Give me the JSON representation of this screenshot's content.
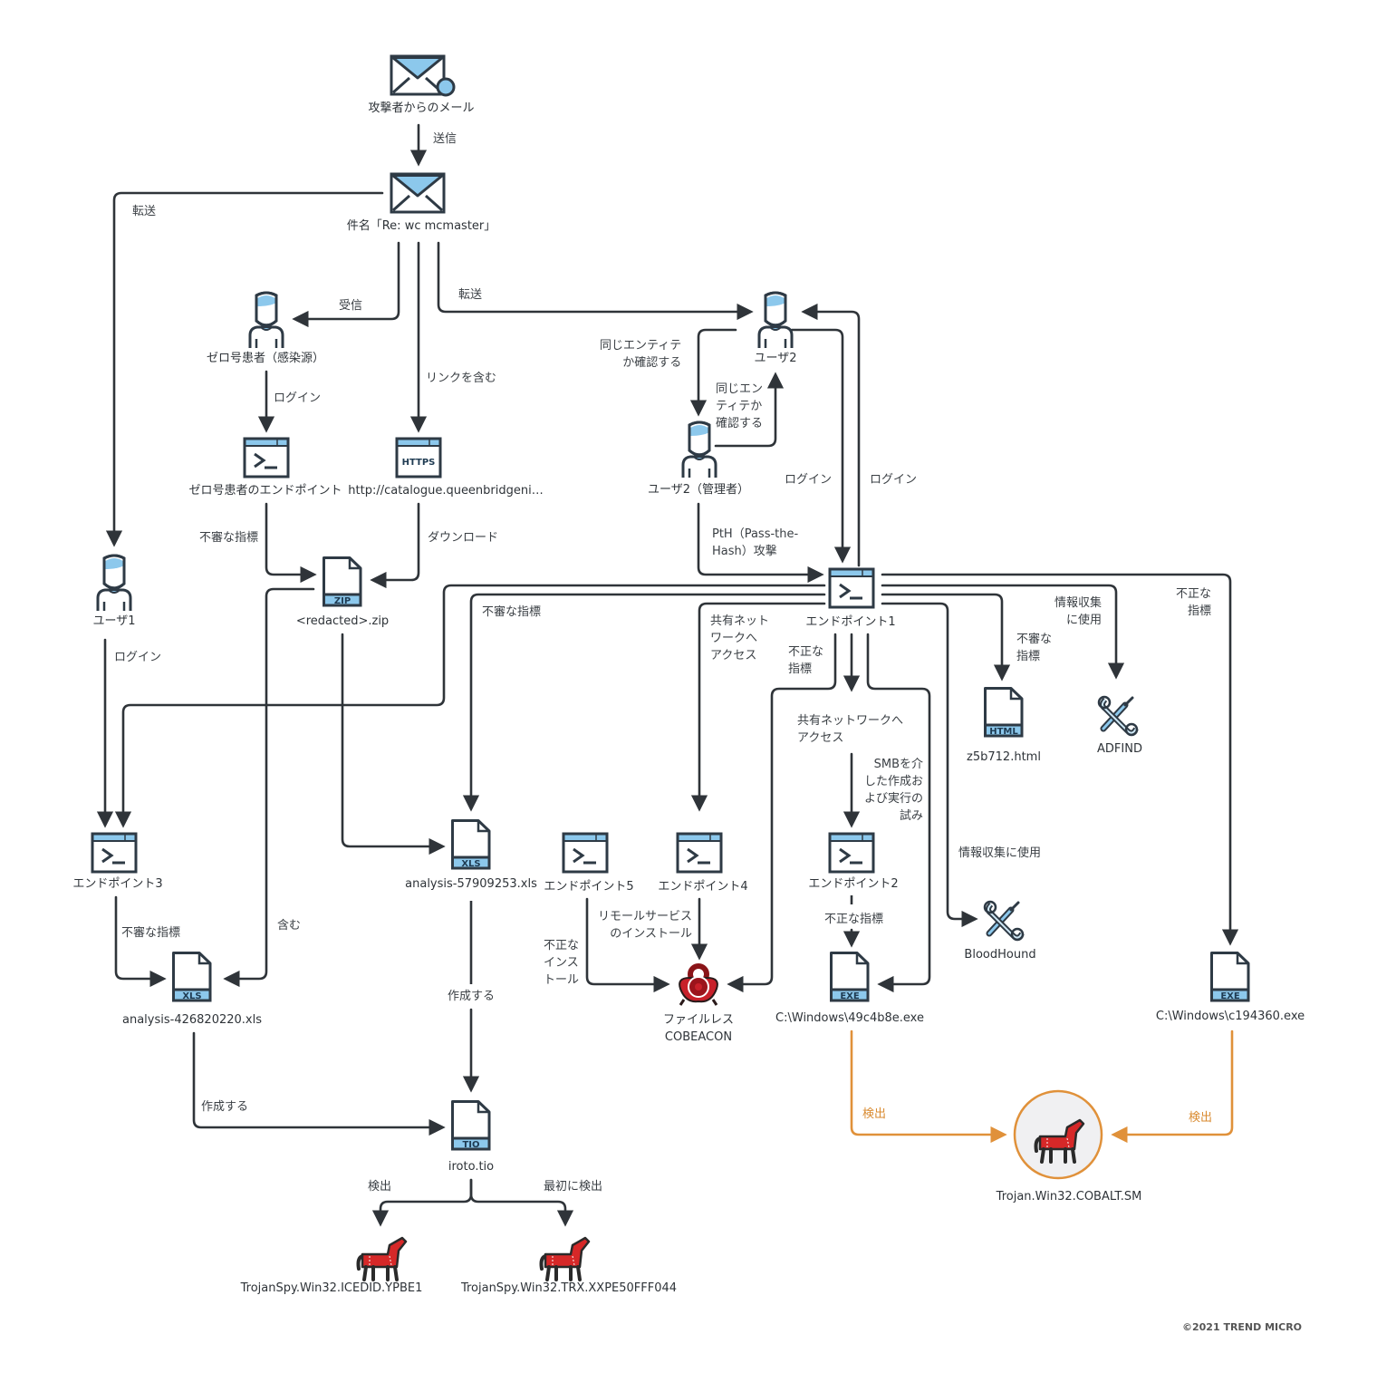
{
  "colors": {
    "line": "#2f3439",
    "accent_blue": "#8cc8ec",
    "icon_stroke": "#2e3a45",
    "malware_red": "#d62828",
    "detect_orange": "#e0913a",
    "circle_bg": "#f0f0f2"
  },
  "nodes": {
    "attacker_mail": {
      "label": "攻撃者からのメール",
      "icon": "mail-attach-icon"
    },
    "subject_mail": {
      "label": "件名「Re: wc mcmaster」",
      "icon": "mail-icon"
    },
    "patient_zero": {
      "label": "ゼロ号患者（感染源）",
      "icon": "user-icon"
    },
    "patient_zero_endpoint": {
      "label": "ゼロ号患者のエンドポイント",
      "icon": "terminal-icon"
    },
    "https_url": {
      "label": "http://catalogue.queenbridgeni…",
      "icon": "https-window-icon",
      "badge": "HTTPS"
    },
    "user2": {
      "label": "ユーザ2",
      "icon": "user-icon"
    },
    "user2_admin": {
      "label": "ユーザ2（管理者）",
      "icon": "user-icon"
    },
    "user1": {
      "label": "ユーザ1",
      "icon": "user-icon"
    },
    "zip_file": {
      "label": "<redacted>.zip",
      "icon": "file-icon",
      "badge": "ZIP"
    },
    "endpoint1": {
      "label": "エンドポイント1",
      "icon": "terminal-icon"
    },
    "html_file": {
      "label": "z5b712.html",
      "icon": "file-icon",
      "badge": "HTML"
    },
    "adfind": {
      "label": "ADFIND",
      "icon": "tools-icon"
    },
    "endpoint3": {
      "label": "エンドポイント3",
      "icon": "terminal-icon"
    },
    "xls_57909253": {
      "label": "analysis-57909253.xls",
      "icon": "file-icon",
      "badge": "XLS"
    },
    "endpoint5": {
      "label": "エンドポイント5",
      "icon": "terminal-icon"
    },
    "endpoint4": {
      "label": "エンドポイント4",
      "icon": "terminal-icon"
    },
    "endpoint2": {
      "label": "エンドポイント2",
      "icon": "terminal-icon"
    },
    "bloodhound": {
      "label": "BloodHound",
      "icon": "tools-icon"
    },
    "xls_426820220": {
      "label": "analysis-426820220.xls",
      "icon": "file-icon",
      "badge": "XLS"
    },
    "cobeacon": {
      "label": "ファイルレス\nCOBEACON",
      "icon": "biohazard-icon"
    },
    "exe_49c4b8e": {
      "label": "C:\\Windows\\49c4b8e.exe",
      "icon": "file-icon",
      "badge": "EXE"
    },
    "exe_c194360": {
      "label": "C:\\Windows\\c194360.exe",
      "icon": "file-icon",
      "badge": "EXE"
    },
    "tio_file": {
      "label": "iroto.tio",
      "icon": "file-icon",
      "badge": "TIO"
    },
    "cobalt_sm": {
      "label": "Trojan.Win32.COBALT.SM",
      "icon": "trojan-horse-icon"
    },
    "icedid": {
      "label": "TrojanSpy.Win32.ICEDID.YPBE1",
      "icon": "trojan-horse-icon"
    },
    "trx": {
      "label": "TrojanSpy.Win32.TRX.XXPE50FFF044",
      "icon": "trojan-horse-icon"
    }
  },
  "edges": {
    "send": "送信",
    "forward_user1": "転送",
    "receive": "受信",
    "forward_user2": "転送",
    "contains_link": "リンクを含む",
    "login_pz": "ログイン",
    "same_entity_1": "同じエンティテ\nか確認する",
    "same_entity_2": "同じエン\nティテか\n確認する",
    "login_user2": "ログイン",
    "login_ep1": "ログイン",
    "suspicious_pz": "不審な指標",
    "download": "ダウンロード",
    "pth": "PtH（Pass-the-\nHash）攻撃",
    "login_user1": "ログイン",
    "suspicious_xls": "不審な指標",
    "shared_net_1": "共有ネット\nワークへ\nアクセス",
    "malicious_ep1": "不正な\n指標",
    "suspicious_html": "不審な\n指標",
    "recon_adfind": "情報収集\nに使用",
    "malicious_exe2": "不正な\n指標",
    "shared_net_2": "共有ネットワークへ\nアクセス",
    "smb": "SMBを介\nした作成お\nよび実行の\n試み",
    "recon_bloodhound": "情報収集に使用",
    "suspicious_ep3": "不審な指標",
    "contains": "含む",
    "creates_1": "作成する",
    "malicious_install": "不正な\nインス\nトール",
    "remote_service": "リモールサービス\nのインストール",
    "malicious_ep2": "不正な指標",
    "creates_2": "作成する",
    "detect_1": "検出",
    "detect_2": "検出",
    "detect_left": "検出",
    "first_detect": "最初に検出"
  },
  "footer": {
    "copyright": "©2021 TREND MICRO"
  }
}
